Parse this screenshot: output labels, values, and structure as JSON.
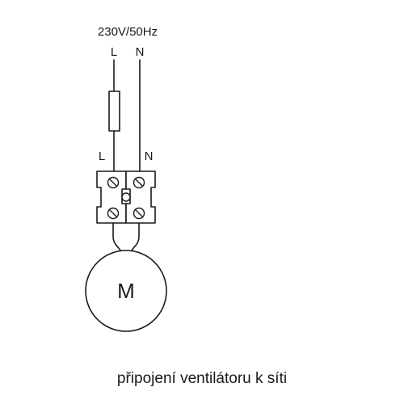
{
  "supply": {
    "voltage_label": "230V/50Hz",
    "line_label": "L",
    "neutral_label": "N"
  },
  "terminal_block": {
    "line_label": "L",
    "neutral_label": "N"
  },
  "motor": {
    "label": "M"
  },
  "caption": "připojení ventilátoru k síti",
  "colors": {
    "ink": "#1a1a1a",
    "background": "#ffffff"
  }
}
